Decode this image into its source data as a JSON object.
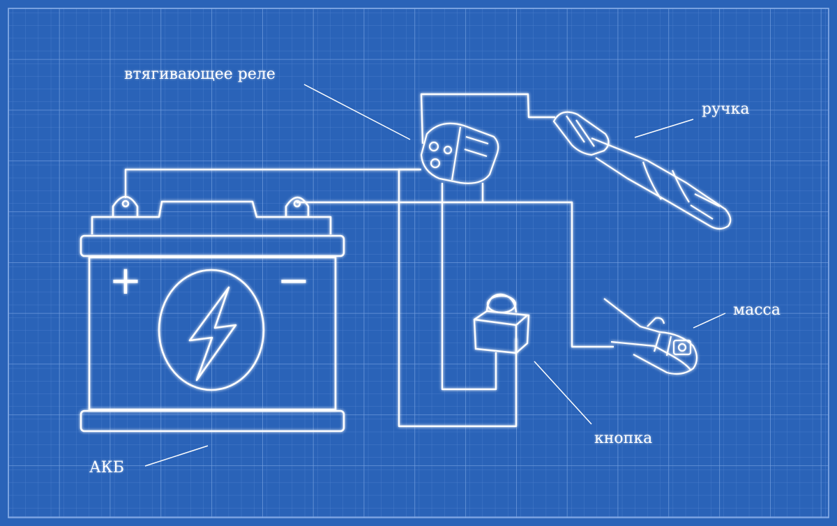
{
  "labels": {
    "relay": "втягивающее реле",
    "handle": "ручка",
    "ground": "масса",
    "button": "кнопка",
    "battery": "АКБ"
  },
  "battery": {
    "plus": "+",
    "minus": "−"
  },
  "colors": {
    "background": "#2a63b8",
    "grid": "#6f9be0",
    "line": "#ffffff"
  },
  "icons": {
    "battery": "battery-icon",
    "lightning": "lightning-bolt-icon",
    "relay": "solenoid-relay-icon",
    "handle": "electrode-holder-icon",
    "clamp": "ground-clamp-icon",
    "button": "push-button-icon"
  }
}
